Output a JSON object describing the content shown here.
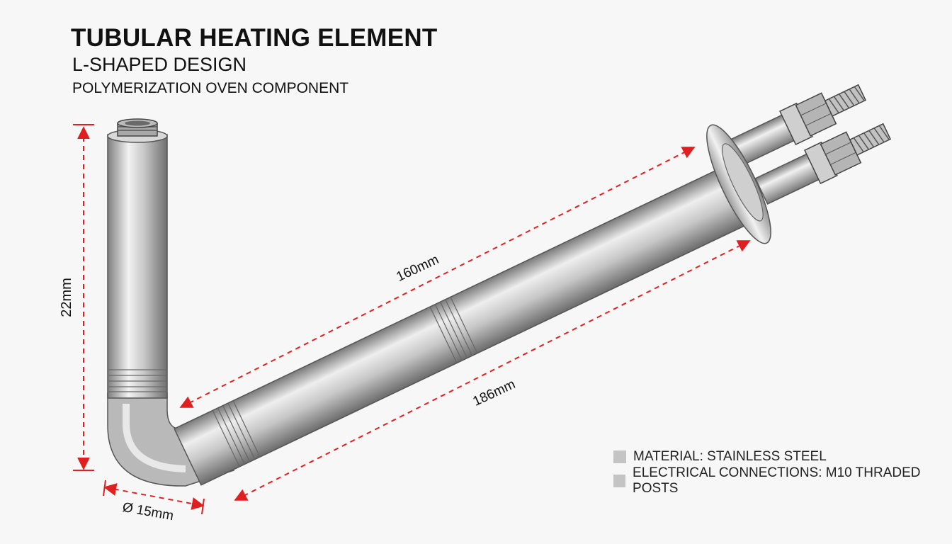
{
  "header": {
    "title": "TUBULAR HEATING ELEMENT",
    "subtitle": "L-SHAPED DESIGN",
    "subtitle2": "POLYMERIZATION OVEN COMPONENT"
  },
  "dimensions": {
    "height": "22mm",
    "upper_length": "160mm",
    "lower_length": "186mm",
    "diameter": "Ø 15mm"
  },
  "legend": {
    "items": [
      "MATERIAL: STAINLESS STEEL",
      "ELECTRICAL CONNECTIONS: M10 THRADED POSTS"
    ]
  },
  "colors": {
    "dimension_line": "#e02020",
    "steel_light": "#e6e6e6",
    "steel_dark": "#8a8a8a",
    "background": "#f7f7f7"
  }
}
